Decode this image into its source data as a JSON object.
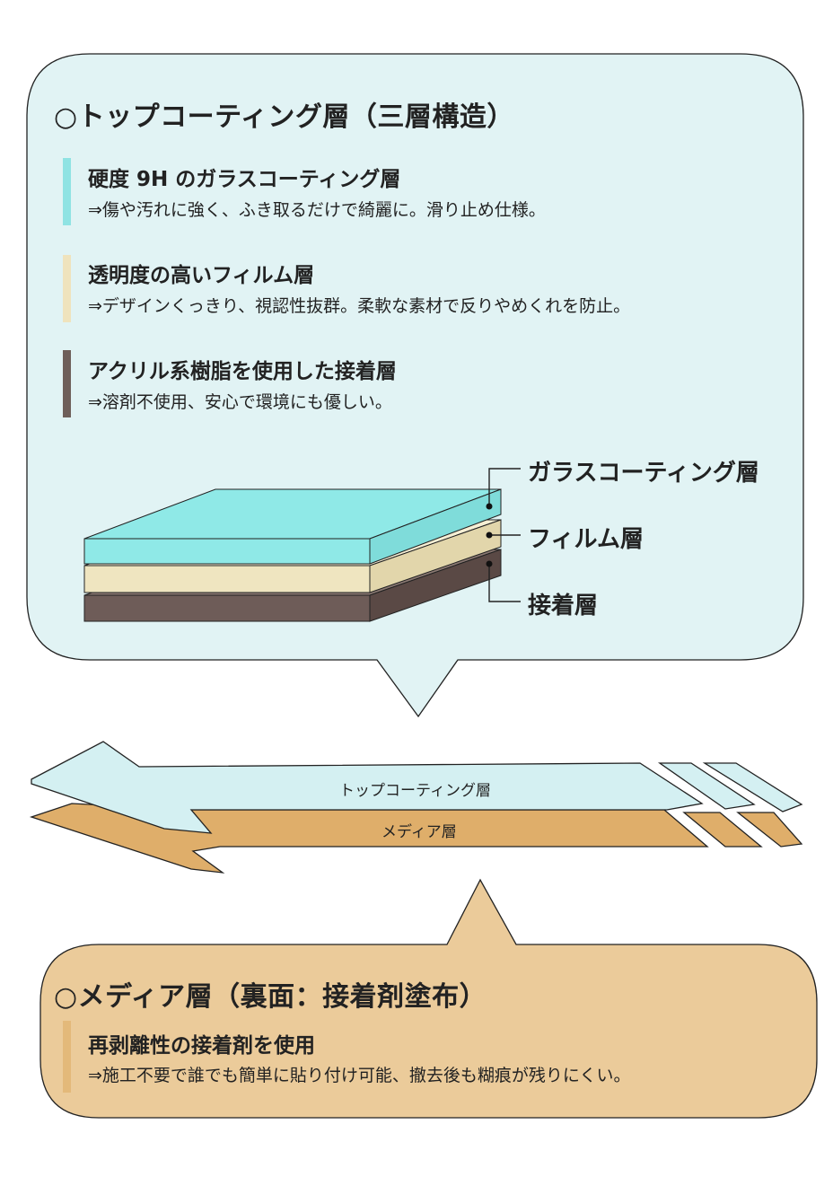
{
  "top_panel": {
    "title": "○トップコーティング層（三層構造）",
    "items": [
      {
        "heading": "硬度 9H のガラスコーティング層",
        "desc": "⇒傷や汚れに強く、ふき取るだけで綺麗に。滑り止め仕様。",
        "color": "#8fe3e3"
      },
      {
        "heading": "透明度の高いフィルム層",
        "desc": "⇒デザインくっきり、視認性抜群。柔軟な素材で反りやめくれを防止。",
        "color": "#efe3bd"
      },
      {
        "heading": "アクリル系樹脂を使用した接着層",
        "desc": "⇒溶剤不使用、安心で環境にも優しい。",
        "color": "#6e5f5a"
      }
    ],
    "diagram_labels": {
      "glass": "ガラスコーティング層",
      "film": "フィルム層",
      "adhesive": "接着層"
    }
  },
  "strip": {
    "top_label": "トップコーティング層",
    "bottom_label": "メディア層"
  },
  "bottom_panel": {
    "title": "○メディア層（裏面：接着剤塗布）",
    "heading": "再剥離性の接着剤を使用",
    "desc": "⇒施工不要で誰でも簡単に貼り付け可能、撤去後も糊痕が残りにくい。",
    "color": "#e3b97a"
  },
  "colors": {
    "top_panel_bg": "#e1f3f4",
    "bottom_panel_bg": "#ebcb9a",
    "glass": "#8fe9e7",
    "film": "#efe5c0",
    "adhesive": "#6e5c58",
    "strip_top": "#d4f0f2",
    "strip_bottom": "#dfae6a"
  }
}
